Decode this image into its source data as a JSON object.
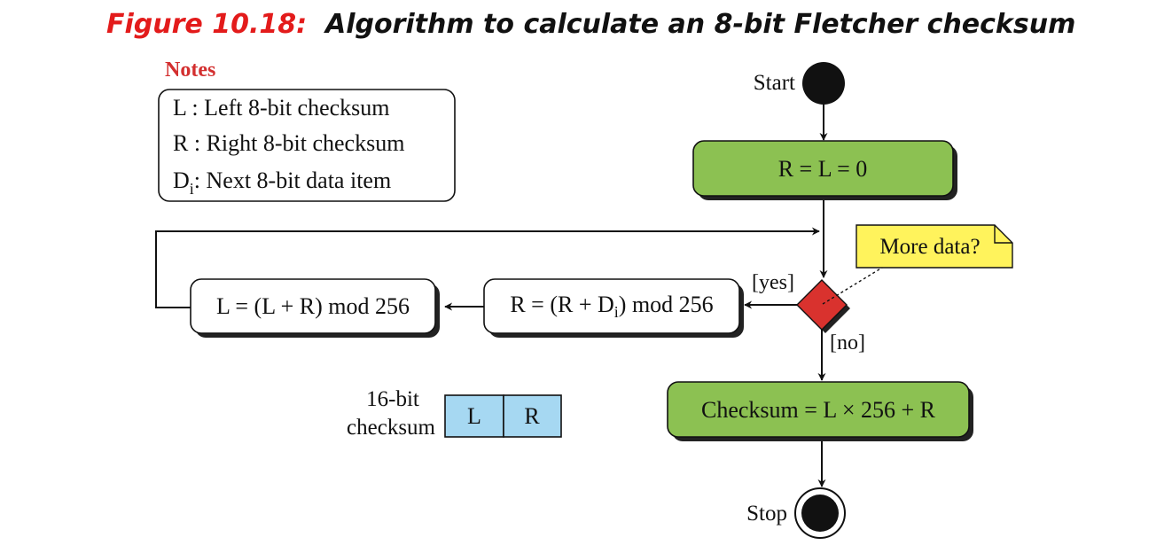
{
  "title": {
    "figure_number": "Figure 10.18:",
    "caption": "Algorithm to calculate an 8-bit Fletcher checksum"
  },
  "notes": {
    "heading": "Notes",
    "items": [
      {
        "symbol": "L",
        "sub": "",
        "text": " : Left 8-bit checksum"
      },
      {
        "symbol": "R",
        "sub": "",
        "text": " : Right 8-bit checksum"
      },
      {
        "symbol": "D",
        "sub": "i",
        "text": ": Next 8-bit data item"
      }
    ]
  },
  "flow": {
    "start_label": "Start",
    "stop_label": "Stop",
    "init_box": "R = L = 0",
    "decision_note": "More data?",
    "yes_label": "[yes]",
    "no_label": "[no]",
    "r_box": {
      "prefix": "R = (R + D",
      "sub": "i",
      "suffix": ") mod 256"
    },
    "l_box": "L = (L + R) mod 256",
    "checksum_box": "Checksum = L × 256 + R"
  },
  "result": {
    "label_line1": "16-bit",
    "label_line2": "checksum",
    "cells": [
      "L",
      "R"
    ]
  },
  "colors": {
    "title_number": "#e31b1b",
    "notes_heading": "#d32f2f",
    "action_green": "#8cc152",
    "decision_red": "#d9322e",
    "note_yellow": "#fff35c",
    "register_blue": "#a6d8f2",
    "ink": "#111111"
  }
}
